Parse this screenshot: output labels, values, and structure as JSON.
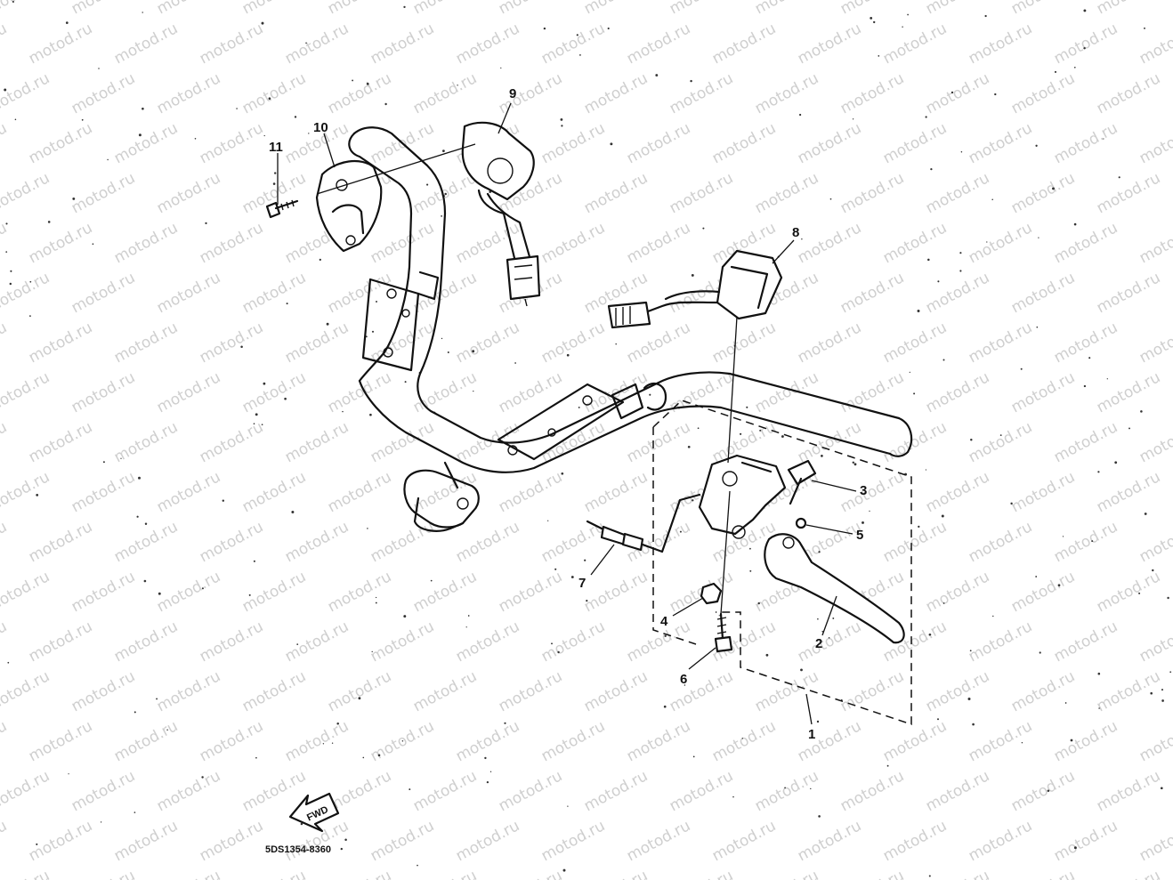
{
  "watermark": "motod.ru",
  "drawing_code": "5DS1354-8360",
  "fwd_label": "FWD",
  "callouts": [
    {
      "id": "1",
      "text": "1"
    },
    {
      "id": "2",
      "text": "2"
    },
    {
      "id": "3",
      "text": "3"
    },
    {
      "id": "4",
      "text": "4"
    },
    {
      "id": "5",
      "text": "5"
    },
    {
      "id": "6",
      "text": "6"
    },
    {
      "id": "7",
      "text": "7"
    },
    {
      "id": "8",
      "text": "8"
    },
    {
      "id": "9",
      "text": "9"
    },
    {
      "id": "10",
      "text": "10"
    },
    {
      "id": "11",
      "text": "11"
    }
  ]
}
